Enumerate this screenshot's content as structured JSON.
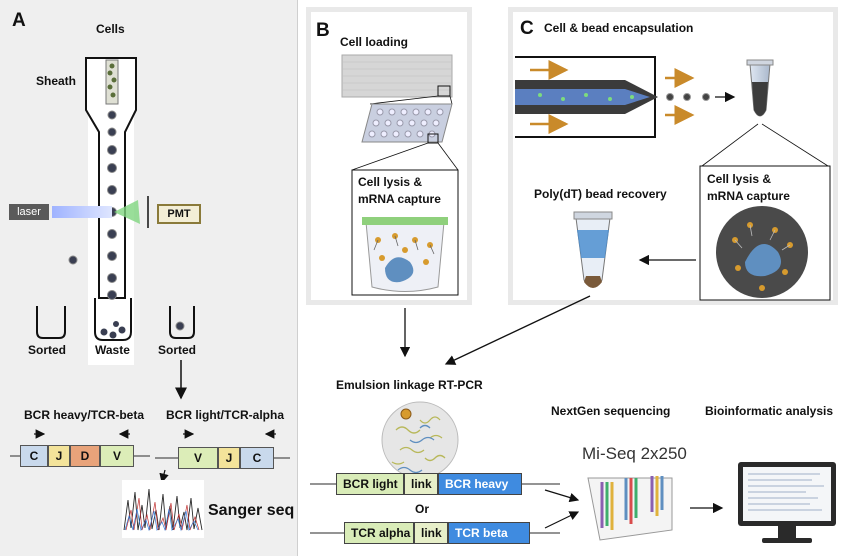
{
  "panels": {
    "a": {
      "letter": "A",
      "cells": "Cells",
      "sheath": "Sheath",
      "laser": "laser",
      "pmt": "PMT",
      "sorted_left": "Sorted",
      "waste": "Waste",
      "sorted_right": "Sorted",
      "bcr_heavy": "BCR heavy/TCR-beta",
      "bcr_light": "BCR light/TCR-alpha",
      "heavy_segments": [
        "C",
        "J",
        "D",
        "V"
      ],
      "light_segments": [
        "V",
        "J",
        "C"
      ],
      "sanger": "Sanger seq"
    },
    "b": {
      "letter": "B",
      "title": "Cell loading",
      "lysis_line1": "Cell lysis &",
      "lysis_line2": "mRNA capture"
    },
    "c": {
      "letter": "C",
      "title": "Cell & bead encapsulation",
      "recovery": "Poly(dT) bead recovery",
      "lysis_line1": "Cell lysis &",
      "lysis_line2": "mRNA capture"
    }
  },
  "bottom": {
    "emulsion": "Emulsion linkage RT-PCR",
    "bcr_light": "BCR light",
    "link1": "link",
    "bcr_heavy": "BCR heavy",
    "or": "Or",
    "tcr_alpha": "TCR alpha",
    "link2": "link",
    "tcr_beta": "TCR beta",
    "nextgen": "NextGen sequencing",
    "miseq": "Mi-Seq 2x250",
    "bioinfo": "Bioinformatic analysis"
  },
  "colors": {
    "accent_arrow": "#c98a2a",
    "light_chain": "#d9ecb8",
    "heavy_chain": "#3f8be0",
    "link": "#e7efc9",
    "laser": "#5a5a5a",
    "pmt_fill": "#f3eed6",
    "pmt_border": "#8a7a3a"
  }
}
